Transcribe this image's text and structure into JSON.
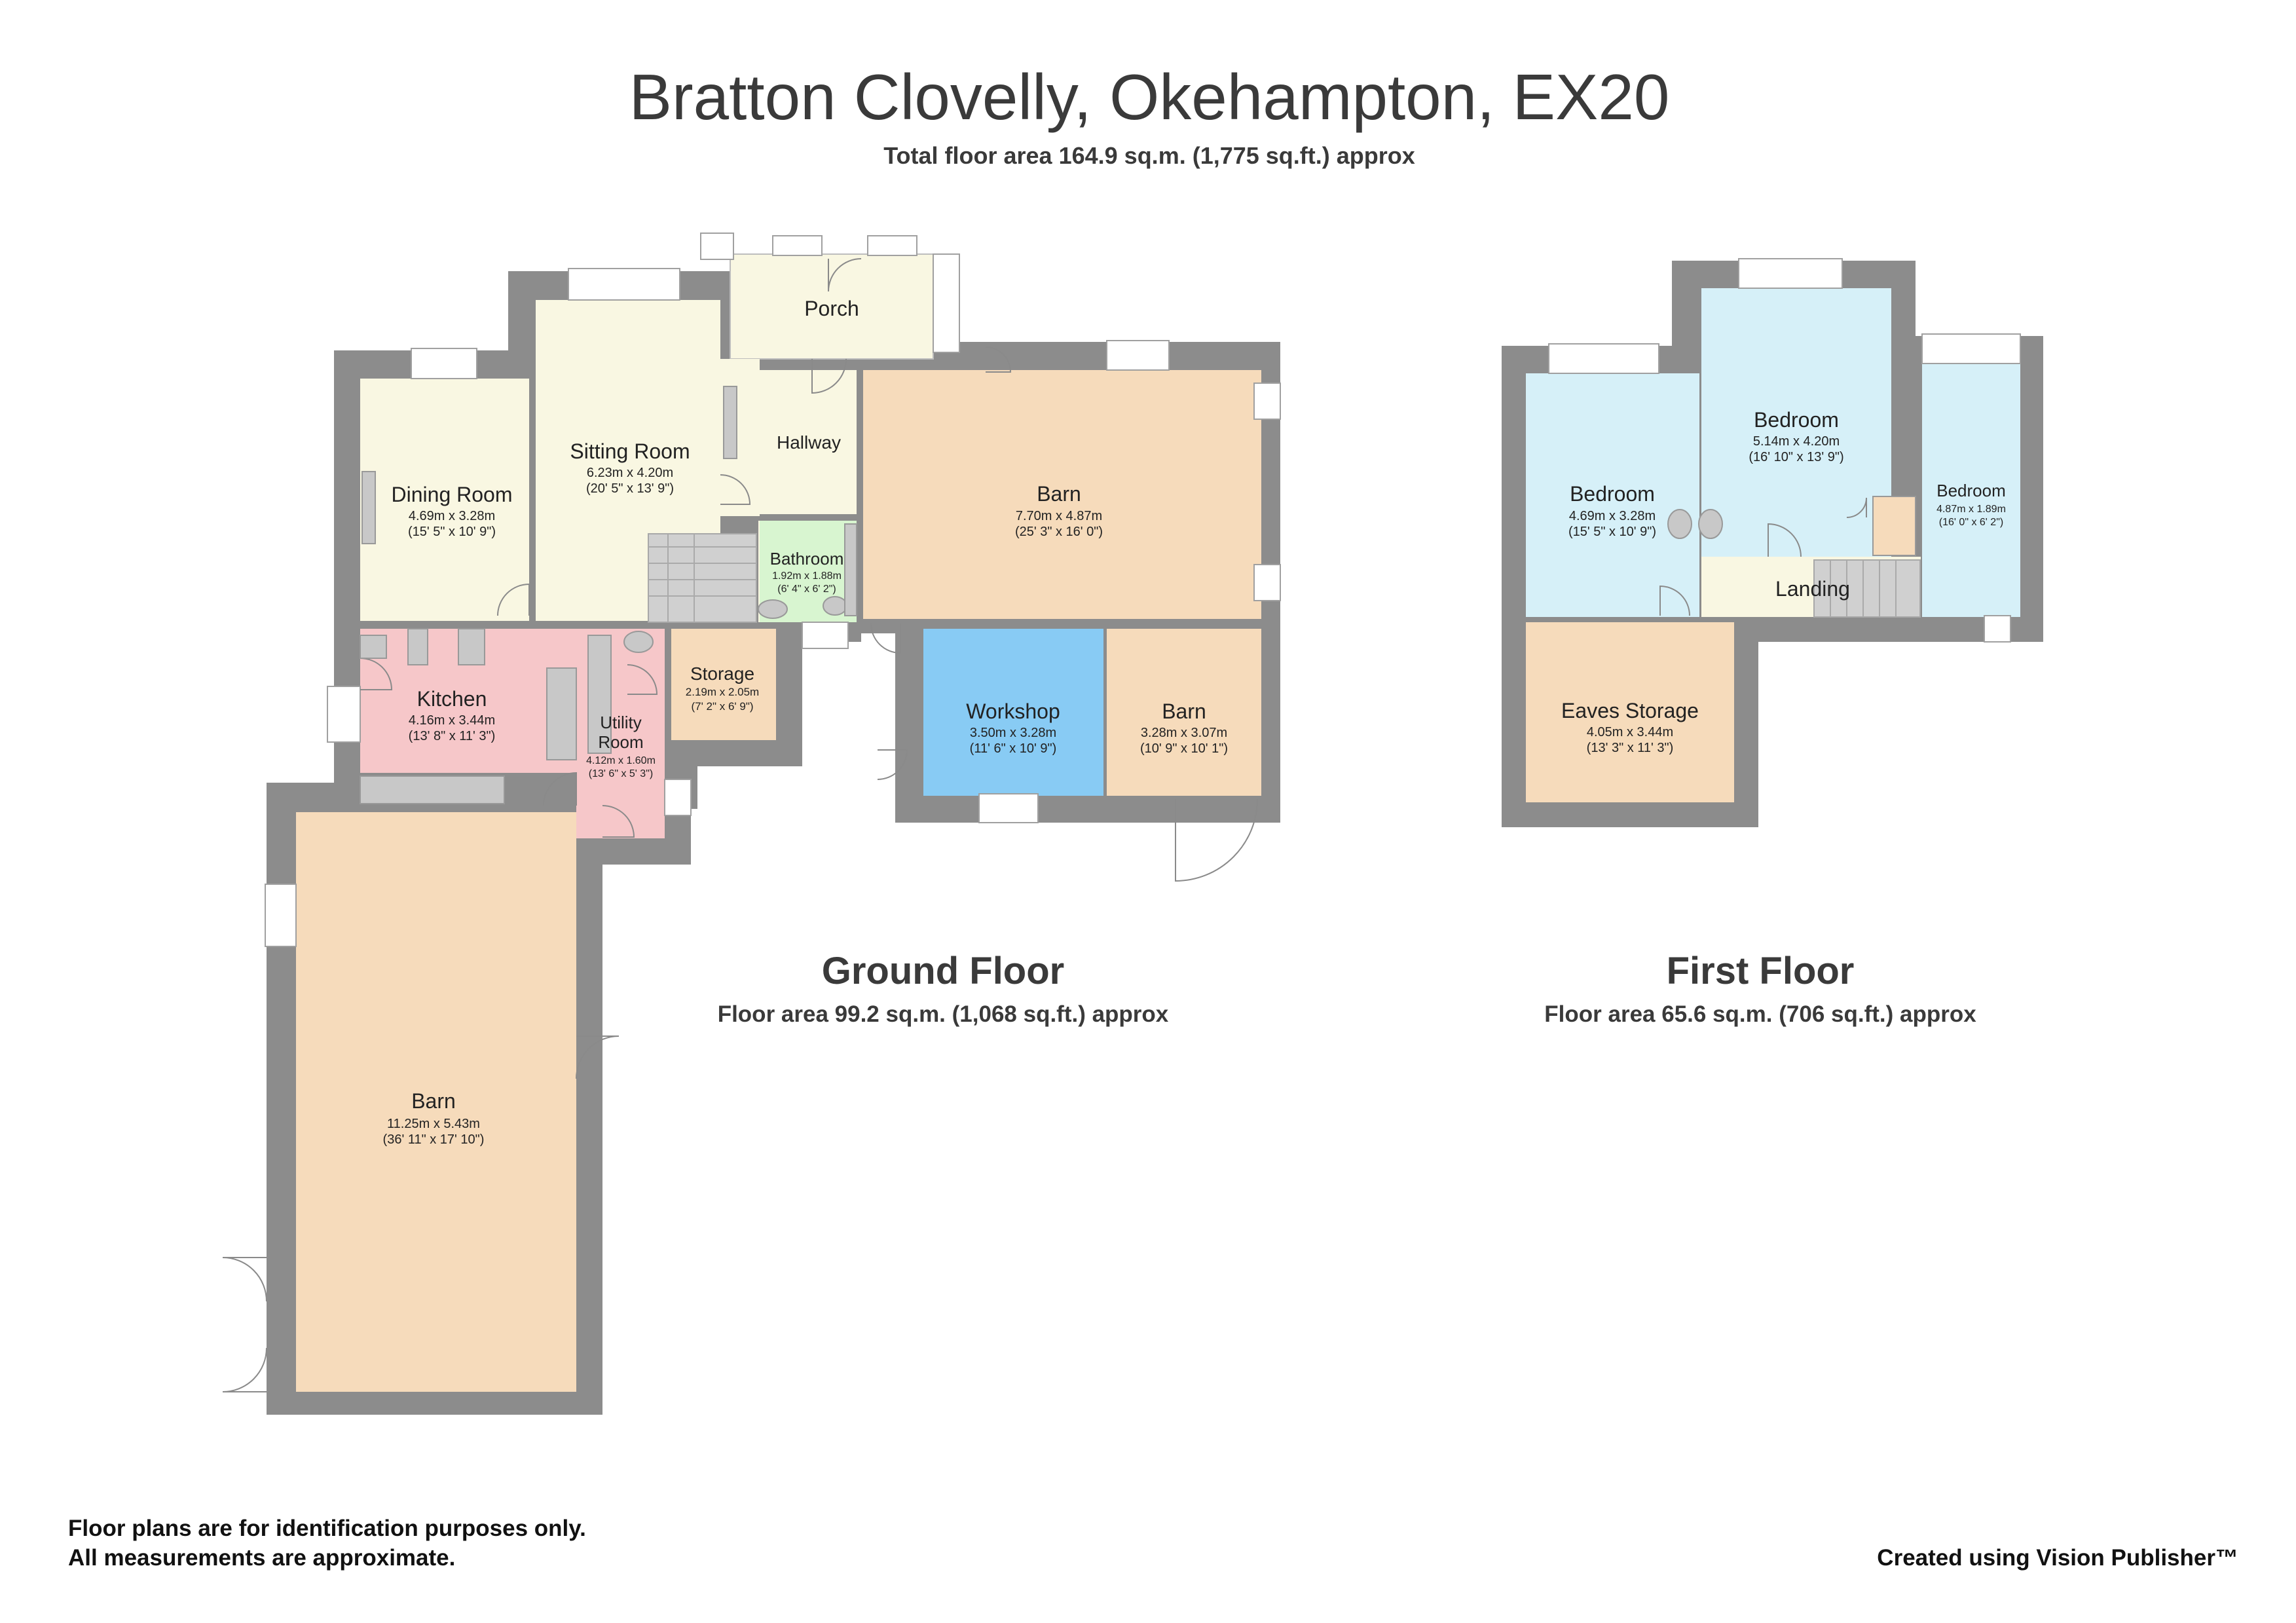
{
  "header": {
    "title": "Bratton Clovelly, Okehampton, EX20",
    "subtitle": "Total floor area 164.9 sq.m. (1,775 sq.ft.) approx"
  },
  "colors": {
    "cream": "#f9f7e2",
    "pink": "#f6c7c9",
    "peach": "#f6dbbb",
    "blue": "#88cbf4",
    "lightblue": "#d6f0f8",
    "green": "#d8f5d0",
    "wall": "#8c8c8c"
  },
  "ground_floor": {
    "label": "Ground Floor",
    "area": "Floor area 99.2 sq.m. (1,068 sq.ft.) approx",
    "rooms": {
      "porch": {
        "name": "Porch"
      },
      "hallway": {
        "name": "Hallway"
      },
      "dining": {
        "name": "Dining Room",
        "metric": "4.69m x 3.28m",
        "imperial": "(15' 5\" x 10' 9\")"
      },
      "sitting": {
        "name": "Sitting Room",
        "metric": "6.23m x 4.20m",
        "imperial": "(20' 5\" x 13' 9\")"
      },
      "bathroom": {
        "name": "Bathroom",
        "metric": "1.92m x 1.88m",
        "imperial": "(6' 4\" x 6' 2\")"
      },
      "barn_main": {
        "name": "Barn",
        "metric": "7.70m x 4.87m",
        "imperial": "(25' 3\" x 16' 0\")"
      },
      "kitchen": {
        "name": "Kitchen",
        "metric": "4.16m x 3.44m",
        "imperial": "(13' 8\" x 11' 3\")"
      },
      "utility": {
        "name_line1": "Utility",
        "name_line2": "Room",
        "metric": "4.12m x 1.60m",
        "imperial": "(13' 6\" x 5' 3\")"
      },
      "storage": {
        "name": "Storage",
        "metric": "2.19m x 2.05m",
        "imperial": "(7' 2\" x 6' 9\")"
      },
      "workshop": {
        "name": "Workshop",
        "metric": "3.50m x 3.28m",
        "imperial": "(11' 6\" x 10' 9\")"
      },
      "barn_small": {
        "name": "Barn",
        "metric": "3.28m x 3.07m",
        "imperial": "(10' 9\" x 10' 1\")"
      },
      "barn_large": {
        "name": "Barn",
        "metric": "11.25m x 5.43m",
        "imperial": "(36' 11\" x 17' 10\")"
      }
    }
  },
  "first_floor": {
    "label": "First Floor",
    "area": "Floor area 65.6 sq.m. (706 sq.ft.) approx",
    "rooms": {
      "bed_left": {
        "name": "Bedroom",
        "metric": "4.69m x 3.28m",
        "imperial": "(15' 5\" x 10' 9\")"
      },
      "bed_mid": {
        "name": "Bedroom",
        "metric": "5.14m x 4.20m",
        "imperial": "(16' 10\" x 13' 9\")"
      },
      "bed_right": {
        "name": "Bedroom",
        "metric": "4.87m x 1.89m",
        "imperial": "(16' 0\" x 6' 2\")"
      },
      "landing": {
        "name": "Landing"
      },
      "eaves": {
        "name": "Eaves Storage",
        "metric": "4.05m x 3.44m",
        "imperial": "(13' 3\" x 11' 3\")"
      }
    }
  },
  "footer": {
    "disclaimer_line1": "Floor plans are for identification purposes only.",
    "disclaimer_line2": "All measurements are approximate.",
    "credit": "Created using Vision Publisher™"
  }
}
